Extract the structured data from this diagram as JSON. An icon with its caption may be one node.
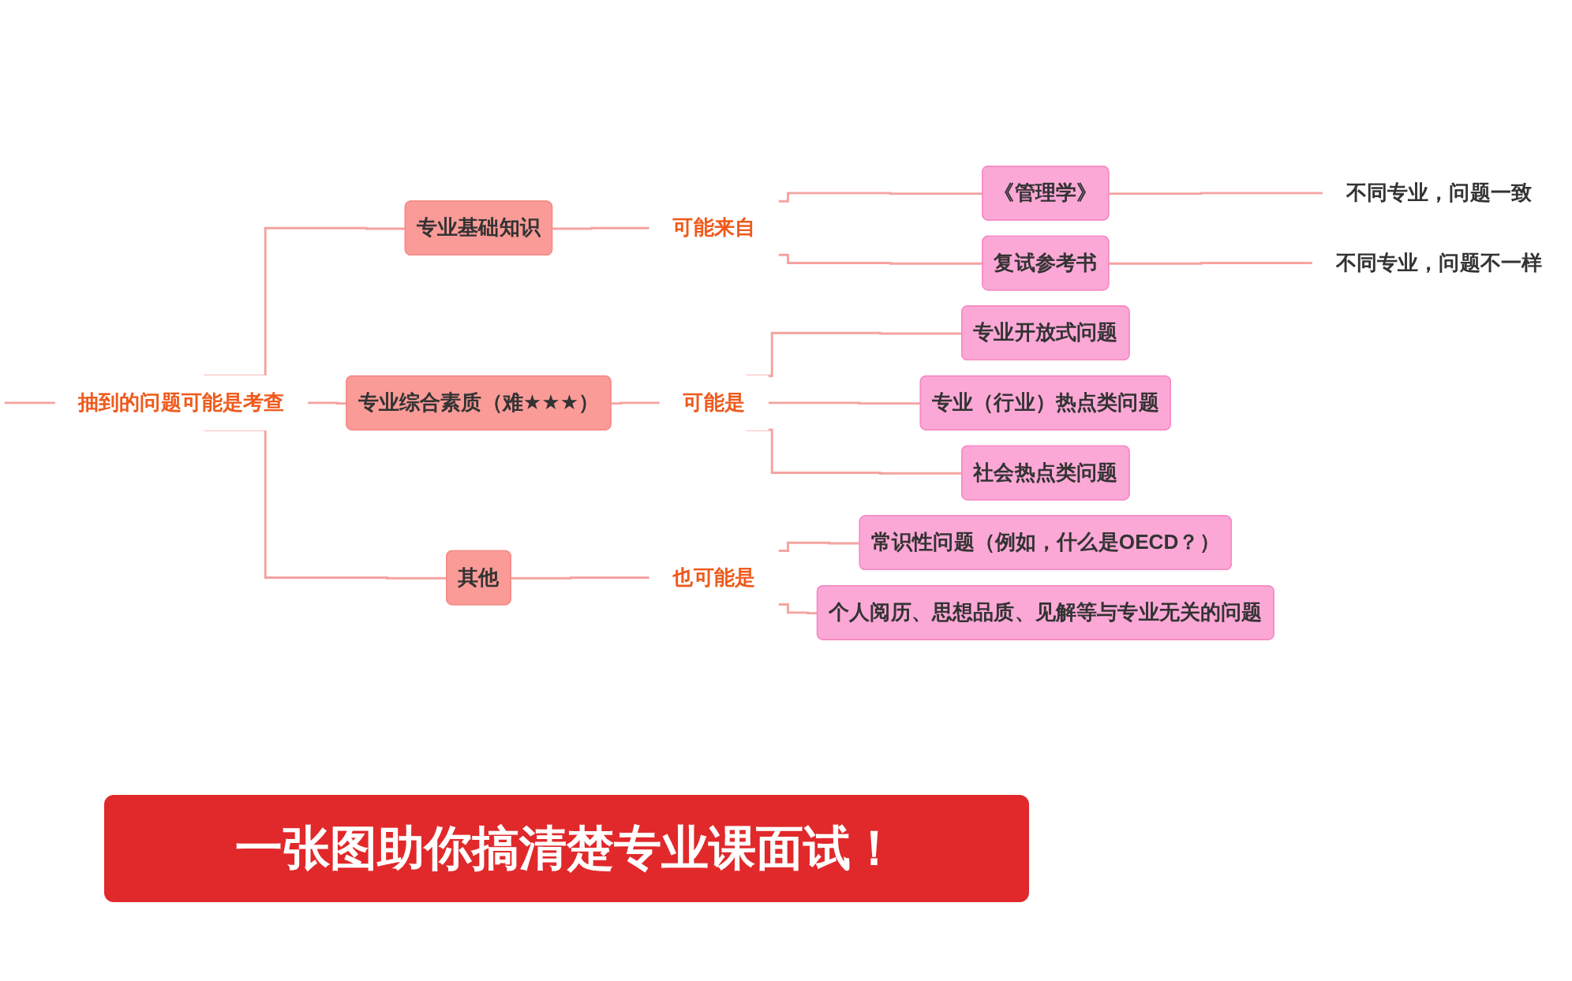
{
  "diagram": {
    "caption": "一张图助你搞清楚专业课面试！",
    "nodes": [
      {
        "text": [
          "抽到的问题可能是考查"
        ]
      },
      {
        "text": [
          "专业基础知识"
        ]
      },
      {
        "text": [
          "可能来自"
        ]
      },
      {
        "text": [
          "《管理学》"
        ]
      },
      {
        "text": [
          "不同专业，问题一致"
        ]
      },
      {
        "text": [
          "复试参考书"
        ]
      },
      {
        "text": [
          "不同专业，问题不一样"
        ]
      },
      {
        "text": [
          "专业综合素质（难★★★）"
        ]
      },
      {
        "text": [
          "可能是"
        ]
      },
      {
        "text": [
          "专业开放式问题"
        ]
      },
      {
        "text": [
          "专业（行业）热点类问题"
        ]
      },
      {
        "text": [
          "社会热点类问题"
        ]
      },
      {
        "text": [
          "其他"
        ]
      },
      {
        "text": [
          "也可能是"
        ]
      },
      {
        "text": [
          "常识性问题（例如，什么是OECD？）"
        ]
      },
      {
        "text": [
          "个人阅历、思想品质、见解等与专业无关的问题"
        ]
      }
    ],
    "edges": [
      {
        "from": null,
        "to": 0,
        "arrow": "none"
      },
      {
        "from": 0,
        "to": 1,
        "arrow": "none"
      },
      {
        "from": 0,
        "to": 7,
        "arrow": "none"
      },
      {
        "from": 0,
        "to": 12,
        "arrow": "none"
      },
      {
        "from": 1,
        "to": 2,
        "arrow": "none"
      },
      {
        "from": 2,
        "to": 3,
        "arrow": "none"
      },
      {
        "from": 2,
        "to": 5,
        "arrow": "none"
      },
      {
        "from": 3,
        "to": 4,
        "arrow": "none"
      },
      {
        "from": 5,
        "to": 6,
        "arrow": "none"
      },
      {
        "from": 7,
        "to": 8,
        "arrow": "none"
      },
      {
        "from": 8,
        "to": 9,
        "arrow": "none"
      },
      {
        "from": 8,
        "to": 10,
        "arrow": "none"
      },
      {
        "from": 8,
        "to": 11,
        "arrow": "none"
      },
      {
        "from": 12,
        "to": 13,
        "arrow": "none"
      },
      {
        "from": 13,
        "to": 14,
        "arrow": "none"
      },
      {
        "from": 13,
        "to": 15,
        "arrow": "none"
      }
    ]
  }
}
